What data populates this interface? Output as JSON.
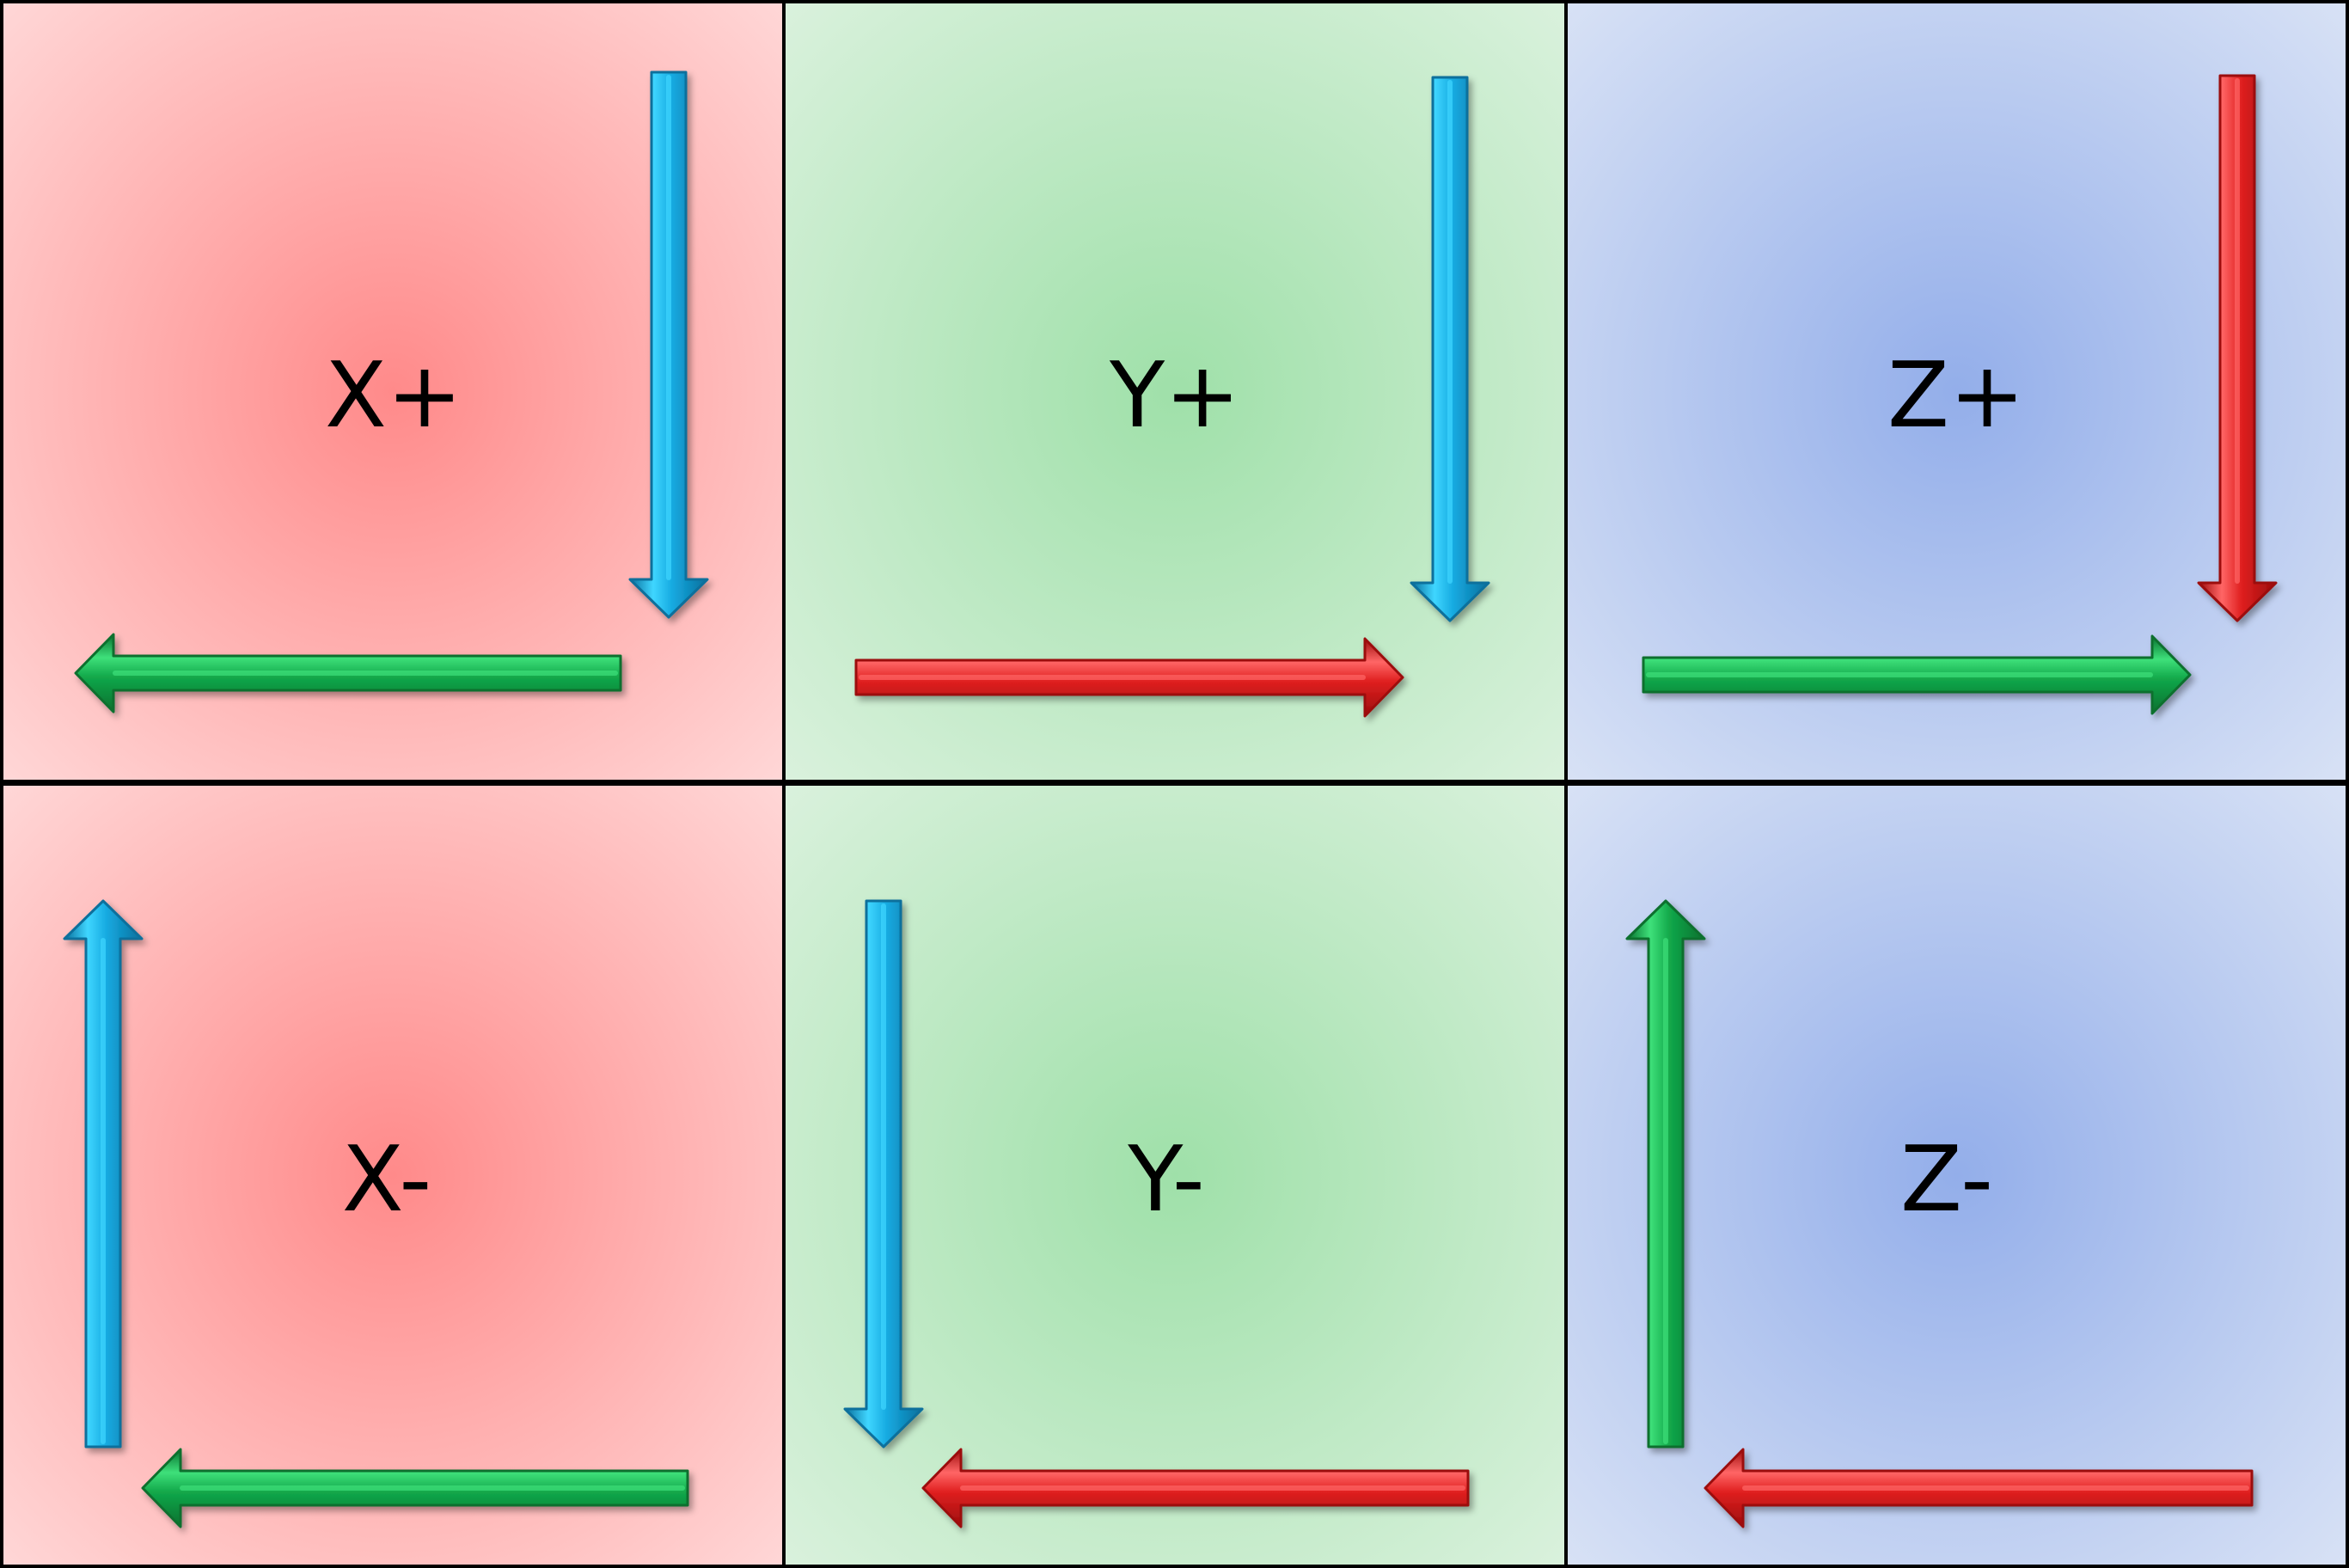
{
  "faces": [
    {
      "id": "x-plus",
      "label": "X+",
      "tint": "#ff8a8a",
      "tint_edge": "#ffd6d6",
      "arrows": [
        {
          "axis": "y",
          "color": "cyan",
          "direction": "down"
        },
        {
          "axis": "x",
          "color": "green",
          "direction": "left"
        }
      ]
    },
    {
      "id": "y-plus",
      "label": "Y+",
      "tint": "#9fe0a9",
      "tint_edge": "#d9f1dc",
      "arrows": [
        {
          "axis": "y",
          "color": "cyan",
          "direction": "down"
        },
        {
          "axis": "x",
          "color": "red",
          "direction": "right"
        }
      ]
    },
    {
      "id": "z-plus",
      "label": "Z+",
      "tint": "#93aeea",
      "tint_edge": "#d7e1f5",
      "arrows": [
        {
          "axis": "y",
          "color": "red",
          "direction": "down"
        },
        {
          "axis": "x",
          "color": "green",
          "direction": "right"
        }
      ]
    },
    {
      "id": "x-minus",
      "label": "X-",
      "tint": "#ff8a8a",
      "tint_edge": "#ffd6d6",
      "arrows": [
        {
          "axis": "y",
          "color": "cyan",
          "direction": "up"
        },
        {
          "axis": "x",
          "color": "green",
          "direction": "left"
        }
      ]
    },
    {
      "id": "y-minus",
      "label": "Y-",
      "tint": "#9fe0a9",
      "tint_edge": "#d9f1dc",
      "arrows": [
        {
          "axis": "y",
          "color": "cyan",
          "direction": "down"
        },
        {
          "axis": "x",
          "color": "red",
          "direction": "left"
        }
      ]
    },
    {
      "id": "z-minus",
      "label": "Z-",
      "tint": "#93aeea",
      "tint_edge": "#d7e1f5",
      "arrows": [
        {
          "axis": "y",
          "color": "green",
          "direction": "up"
        },
        {
          "axis": "x",
          "color": "red",
          "direction": "left"
        }
      ]
    }
  ],
  "arrow_colors": {
    "cyan": {
      "light": "#3fd6ff",
      "mid": "#15a9e0",
      "dark": "#0a6f9c"
    },
    "green": {
      "light": "#3ee07a",
      "mid": "#12a84a",
      "dark": "#08702f"
    },
    "red": {
      "light": "#ff6666",
      "mid": "#e02020",
      "dark": "#9c0c0c"
    }
  },
  "border_color": "#000000"
}
